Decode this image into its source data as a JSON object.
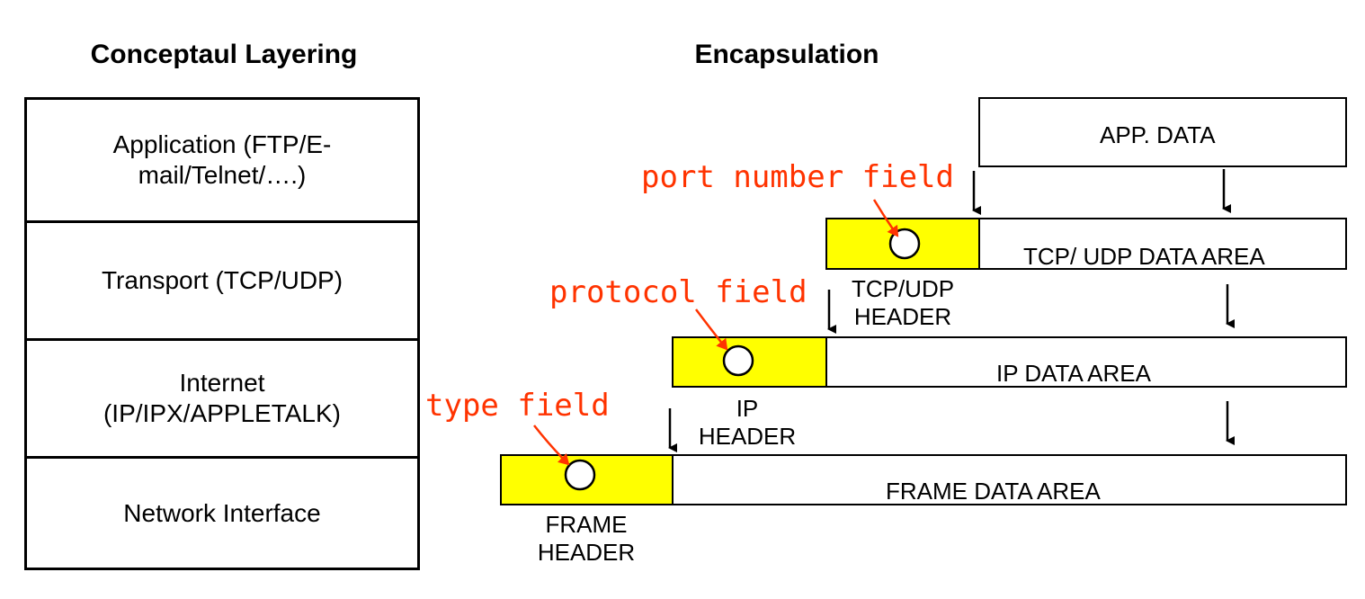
{
  "titles": {
    "left": "Conceptaul Layering",
    "right": "Encapsulation"
  },
  "layers": [
    {
      "line1": "Application (FTP/E-",
      "line2": "mail/Telnet/….)"
    },
    {
      "line1": "Transport (TCP/UDP)",
      "line2": ""
    },
    {
      "line1": "Internet",
      "line2": "(IP/IPX/APPLETALK)"
    },
    {
      "line1": "Network Interface",
      "line2": ""
    }
  ],
  "encapsulation": {
    "app_data": "APP. DATA",
    "tcp_udp_data_area": "TCP/ UDP DATA AREA",
    "tcp_udp_header": {
      "line1": "TCP/UDP",
      "line2": "HEADER"
    },
    "ip_data_area": "IP DATA AREA",
    "ip_header": {
      "line1": "IP",
      "line2": "HEADER"
    },
    "frame_data_area": "FRAME DATA AREA",
    "frame_header": {
      "line1": "FRAME",
      "line2": "HEADER"
    }
  },
  "annotations": {
    "port_number_field": "port number field",
    "protocol_field": "protocol field",
    "type_field": "type field"
  },
  "colors": {
    "header_fill": "#ffff00",
    "annotation": "#ff3300",
    "stroke": "#000000"
  }
}
